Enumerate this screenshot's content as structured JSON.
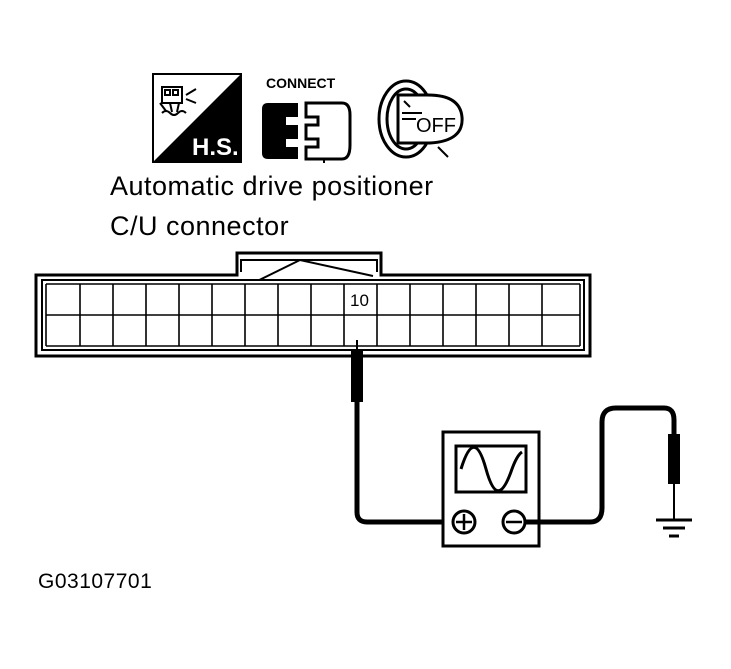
{
  "icons": {
    "hs_label": "H.S.",
    "connect_label": "CONNECT",
    "ignition_label": "OFF"
  },
  "connector": {
    "name_line1": "Automatic drive positioner",
    "name_line2": "C/U connector",
    "terminal_number": "10"
  },
  "figure_code": "G03107701"
}
